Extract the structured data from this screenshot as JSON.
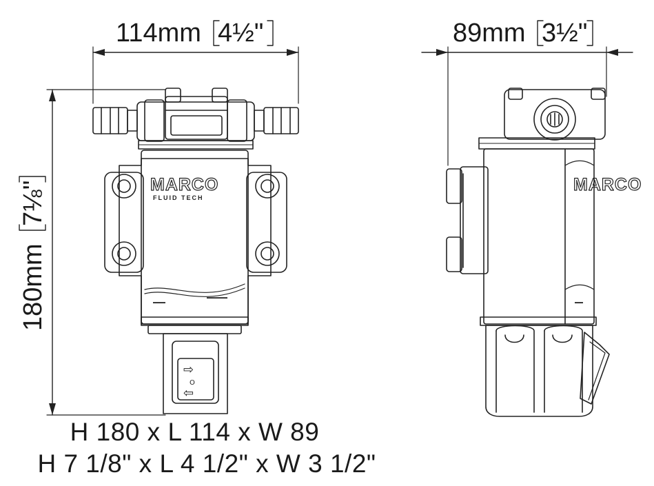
{
  "dimensions": {
    "length_label": "114mm",
    "length_inch": "4½\"",
    "width_label": "89mm",
    "width_inch": "3½\"",
    "height_label": "180mm",
    "height_inch": "7⅛\""
  },
  "brand": {
    "name": "MARCO",
    "sub": "FLUID TECH"
  },
  "switch": {
    "forward_symbol": "⇨",
    "off_symbol": "O",
    "reverse_symbol": "⇦"
  },
  "captions": {
    "metric": "H 180 x L 114 x W 89",
    "imperial": "H 7 1/8\" x L 4 1/2\" x W 3 1/2\""
  }
}
